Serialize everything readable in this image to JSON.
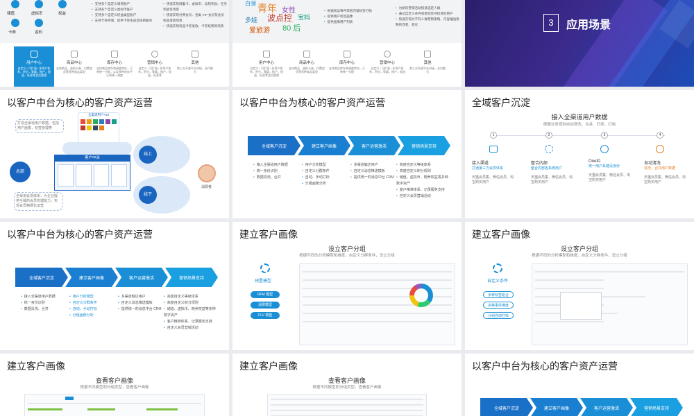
{
  "s1": {
    "items": [
      {
        "label": "储值"
      },
      {
        "label": "虚拟币"
      },
      {
        "label": "权益"
      },
      {
        "label": "卡券"
      },
      {
        "label": "返利"
      }
    ],
    "bullets": [
      "支持多个自定义储值账户",
      "支持多个自定义虚拟币账户",
      "支持多个自定义权益类型账户",
      "支持卡券存储，提供卡券生成及核销服务"
    ],
    "bullets2": [
      "快速实现储蓄卡、虚拟币、返现奖励、任务奖励等场景",
      "快速实现付费会员、各类 VIP 会员及会员权益发放场景",
      "快速实现商品卡券发放，卡券核销等场景"
    ],
    "tabs": [
      {
        "label": "用户中心",
        "desc": "自定义 / 可扩展 / 多用户体系，积分，等级，账户，权益，标签等会员管理"
      },
      {
        "label": "商品中心",
        "desc": "支持商品、虚拟卡券，付费会员等多种商品类型"
      },
      {
        "label": "库存中心",
        "desc": "支持商品库存和调度库存，订单统一分配，以及多种库存中心的统一调度"
      },
      {
        "label": "营销中心",
        "desc": "自定义 / 可扩展 / 多用户体系，积分，等级，账户，权益，标签等"
      },
      {
        "label": "其他",
        "desc": "第三方开放平台对接，支付能力"
      }
    ]
  },
  "s2": {
    "words": [
      "白领",
      "青年",
      "女性",
      "多娃",
      "波点控",
      "宝妈",
      "爱旅游",
      "80 后"
    ],
    "bullets": [
      "根据阅读事件或者内容标签打标",
      "提供用户标签画像",
      "提供画像用户列表"
    ],
    "bullets2": [
      "为新的营销活动快速选定人群",
      "通过自定义条件或者标签寻找目标用户",
      "快速实现对不同人群营销策略，内容推送策略的改变、变化"
    ],
    "tabs": [
      {
        "label": "用户中心",
        "desc": "自定义 / 可扩展 / 多用户体系，积分，等级，账户，权益，标签等会员管理"
      },
      {
        "label": "商品中心",
        "desc": "支持商品、虚拟卡券，付费会员等多种商品类型"
      },
      {
        "label": "库存中心",
        "desc": "支持商品库存和调度库存，订单统一分配"
      },
      {
        "label": "营销中心",
        "desc": "自定义 / 可扩展 / 多用户体系，积分，等级，账户，权益"
      },
      {
        "label": "其他",
        "desc": "第三方开放平台对接，支付能力"
      }
    ]
  },
  "s3": {
    "num": "3",
    "title": "应用场景"
  },
  "s4": {
    "title": "以客户中台为核心的客户资产运营",
    "center": "客户中台",
    "left": "总部",
    "top_box": "全渠道用户ADI",
    "online": "线上",
    "offline": "线下",
    "consumer": "消费者",
    "note1": "打造全渠道用户数据，包括用户画像，标签管理等",
    "note2": "全渠道会员体系，为企业提供全域的会员管理能力，实现会员精细化运营"
  },
  "s5": {
    "title": "以客户中台为核心的客户资产运营",
    "steps": [
      "全域客户沉淀",
      "建立客户画像",
      "客户运营激活",
      "营销场景支持"
    ],
    "cols": [
      [
        "接入全渠道用户数据",
        "统一身份识别",
        "数据清洗、合并"
      ],
      [
        "用户分析模型",
        "自定义分群条件",
        "自动、手动打标",
        "分组画像分析"
      ],
      [
        "多渠道触达用户",
        "自定义消息推送模板",
        "提供统一的消息中台 CRM"
      ],
      [
        "高度自定义等级体系",
        "高度自定义积分规则",
        "储值、虚拟币、随养权益等多种数字资产",
        "客户精准体系、记录服务支持",
        "自定义会员营销活动"
      ]
    ]
  },
  "s6": {
    "title": "全域客户沉淀",
    "head": "接入全渠道用户数据",
    "sub": "根据业务规则自动清洗、合并、归类、打标",
    "nums": [
      "1",
      "2",
      "3",
      "4"
    ],
    "cards": [
      {
        "t": "接入渠道",
        "s": "打通第三方会员体系",
        "d": "天猫会员集、微信会员、淘宝购买用户"
      },
      {
        "t": "整合内部",
        "s": "整合内部各系统用户",
        "d": "天猫会员集、微信会员、淘宝购买用户"
      },
      {
        "t": "OneID",
        "s": "统一用户系建设身份",
        "d": "天猫会员集、微信会员、淘宝购买用户"
      },
      {
        "t": "自动清洗",
        "s": "清洗、合并用户数据",
        "d": "天猫会员集、微信会员、淘宝购买用户"
      }
    ]
  },
  "s7": {
    "title": "以客户中台为核心的客户资产运营",
    "steps": [
      "全域客户沉淀",
      "建立客户画像",
      "客户运营激活",
      "营销场景支持"
    ],
    "cols": [
      [
        "接入全渠道用户数据",
        "统一身份识别",
        "数据清洗、合并"
      ],
      [
        "用户分析模型",
        "自定义分群条件",
        "自动、手动打标",
        "分组画像分析"
      ],
      [
        "多渠道触达用户",
        "自定义消息推送模板",
        "提供统一的消息中台 CRM"
      ],
      [
        "高度自定义等级体系",
        "高度自定义积分规则",
        "储值、虚拟币、随养权益等多种数字资产",
        "客户精准体系、记录服务支持",
        "自定义会员营销活动"
      ]
    ]
  },
  "s8": {
    "title": "建立客户画像",
    "head": "设立客户分组",
    "sub": "根据不同的分析模型和维度，自定义分群条件，设立分组",
    "side": "预置模型",
    "pills": [
      "RFM 模型",
      "消费模型",
      "CLV 模型"
    ]
  },
  "s9": {
    "title": "建立客户画像",
    "head": "设立客户分组",
    "sub": "根据不同的分析模型和维度，自定义分群条件，设立分组",
    "side": "自定义条件",
    "pills": [
      "多种标签组合",
      "多种事件维度",
      "分组自动打标"
    ]
  },
  "s10": {
    "title": "建立客户画像",
    "head": "查看客户画像",
    "sub": "根据不同模型和分组类型，查看客户画像"
  },
  "s11": {
    "title": "建立客户画像",
    "head": "查看客户画像",
    "sub": "根据不同模型和分组类型，查看客户画像"
  },
  "s12": {
    "title": "以客户中台为核心的客户资产运营",
    "steps": [
      "全域客户沉淀",
      "建立客户画像",
      "客户运营激活",
      "营销场景支持"
    ]
  },
  "colors": {
    "accent": "#1a8fd6",
    "dark": "#0d5ca8",
    "bg": "#e9ebef"
  }
}
